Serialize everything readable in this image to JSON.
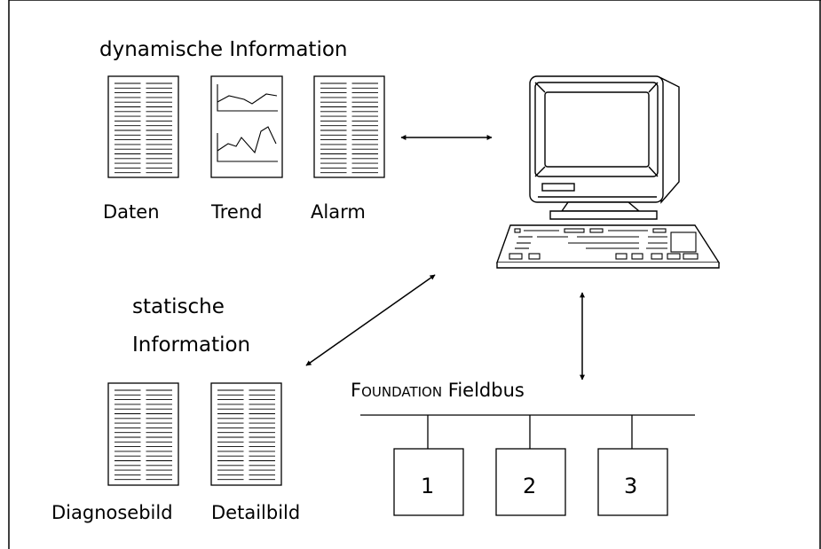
{
  "heading_dynamic": "dynamische Information",
  "label_daten": "Daten",
  "label_trend": "Trend",
  "label_alarm": "Alarm",
  "heading_static_line1": "statische",
  "heading_static_line2": "Information",
  "label_diagnosebild": "Diagnosebild",
  "label_detailbild": "Detailbild",
  "bus_title_foundation": "Foundation",
  "bus_title_fieldbus": "Fieldbus",
  "devices": [
    "1",
    "2",
    "3"
  ],
  "colors": {
    "line": "#000000",
    "background": "#ffffff"
  }
}
